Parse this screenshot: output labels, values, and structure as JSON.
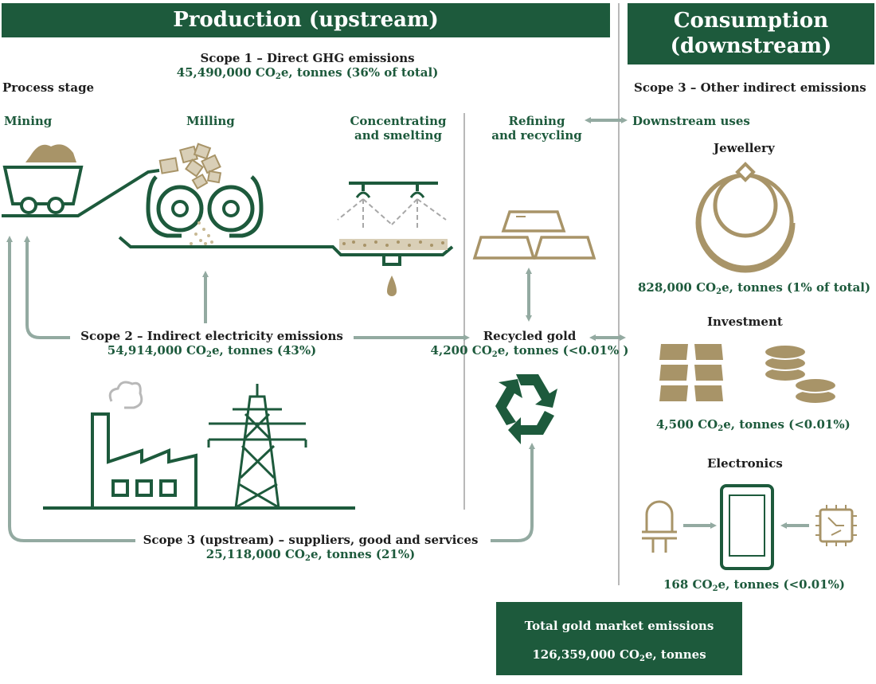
{
  "header": {
    "production": "Production (upstream)",
    "consumption_line1": "Consumption",
    "consumption_line2": "(downstream)"
  },
  "scope1": {
    "title": "Scope 1 – Direct GHG emissions",
    "value": "45,490,000",
    "unit": "e, tonnes (36% of total)"
  },
  "process_stage": "Process stage",
  "stages": {
    "mining": "Mining",
    "milling": "Milling",
    "concentrating_1": "Concentrating",
    "concentrating_2": "and smelting",
    "refining_1": "Refining",
    "refining_2": "and recycling"
  },
  "scope3_other": "Scope 3 – Other indirect emissions",
  "downstream_uses": "Downstream uses",
  "jewellery": {
    "label": "Jewellery",
    "value": "828,000",
    "unit": "e, tonnes (1% of total)"
  },
  "investment": {
    "label": "Investment",
    "value": "4,500",
    "unit": "e, tonnes (<0.01%)"
  },
  "electronics": {
    "label": "Electronics",
    "value": "168",
    "unit": "e, tonnes (<0.01%)"
  },
  "scope2": {
    "title": "Scope 2 – Indirect electricity emissions",
    "value": "54,914,000",
    "unit": "e, tonnes (43%)"
  },
  "recycled": {
    "title": "Recycled gold",
    "value": "4,200",
    "unit": "e, tonnes (<0.01% )"
  },
  "scope3_upstream": {
    "title": "Scope 3 (upstream) – suppliers, good and services",
    "value": "25,118,000",
    "unit": "e, tonnes (21%)"
  },
  "total": {
    "title": "Total gold market emissions",
    "value": "126,359,000",
    "unit": "e, tonnes"
  },
  "co2": "CO",
  "sub2": "2",
  "colors": {
    "green": "#1d5a3c",
    "gold": "#a89468",
    "arrow": "#93aaa1",
    "grey": "#8a8a8a"
  }
}
